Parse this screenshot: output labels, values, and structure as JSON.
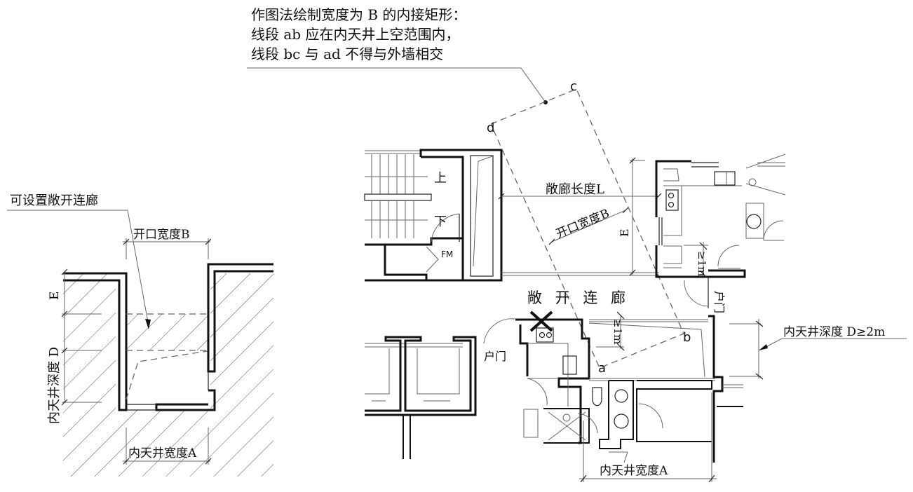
{
  "note": {
    "line1": "作图法绘制宽度为 B 的内接矩形：",
    "line2": "线段 ab 应在内天井上空范围内，",
    "line3": "线段 bc 与 ad 不得与外墙相交"
  },
  "left_diagram": {
    "callout": "可设置敞开连廊",
    "opening_width": "开口宽度B",
    "dim_e": "E",
    "depth": "内天井深度 D",
    "width": "内天井宽度A"
  },
  "plan": {
    "corridor_length": "敞廊长度L",
    "opening_width": "开口宽度B",
    "dim_e": "E",
    "open_corridor": "敞 开 连 廊",
    "up": "上",
    "down": "下",
    "fm": "FM",
    "door_left": "户门",
    "door_right": "户门",
    "min_1m_top": "≥1m",
    "min_1m_mid": "≥1m",
    "depth_note": "内天井深度 D≥2m",
    "width": "内天井宽度A",
    "point_a": "a",
    "point_b": "b",
    "point_c": "c",
    "point_d": "d"
  },
  "colors": {
    "line": "#111111",
    "thin": "#666666",
    "background": "#ffffff"
  },
  "icons": [
    "x-mark-icon",
    "stove-icon",
    "sink-icon",
    "washbasin-icon",
    "toilet-icon",
    "door-swing-icon"
  ]
}
